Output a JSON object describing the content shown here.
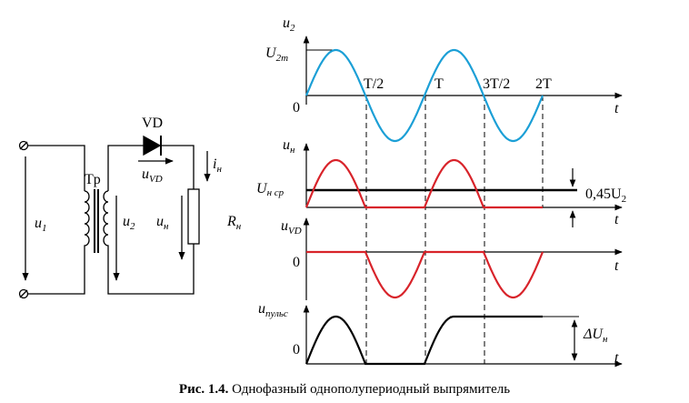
{
  "caption": {
    "number": "Рис. 1.4.",
    "text": "Однофазный однополупериодный выпрямитель"
  },
  "circuit": {
    "diode": "VD",
    "transformer": "Tp",
    "u1": "u",
    "u1_sub": "1",
    "u2": "u",
    "u2_sub": "2",
    "uvd": "u",
    "uvd_sub": "VD",
    "un": "u",
    "un_sub": "н",
    "in": "i",
    "in_sub": "н",
    "r": "R",
    "r_sub": "н"
  },
  "plots": {
    "p1": {
      "y": "u",
      "y_sub": "2",
      "amp": "U",
      "amp_sub": "2m",
      "zero": "0",
      "x": "t",
      "ticks": [
        "T/2",
        "T",
        "3T/2",
        "2T"
      ]
    },
    "p2": {
      "y": "u",
      "y_sub": "н",
      "avg": "U",
      "avg_sub": "н ср",
      "avg_value": "0,45U",
      "avg_value_sub": "2",
      "x": "t"
    },
    "p3": {
      "y": "u",
      "y_sub": "VD",
      "zero": "0",
      "x": "t"
    },
    "p4": {
      "y": "u",
      "y_sub": "пульс",
      "zero": "0",
      "x": "t",
      "ripple": "ΔU",
      "ripple_sub": "н"
    }
  },
  "colors": {
    "sine": "#1b9fd6",
    "rect": "#d8232a",
    "ink": "#000000"
  }
}
